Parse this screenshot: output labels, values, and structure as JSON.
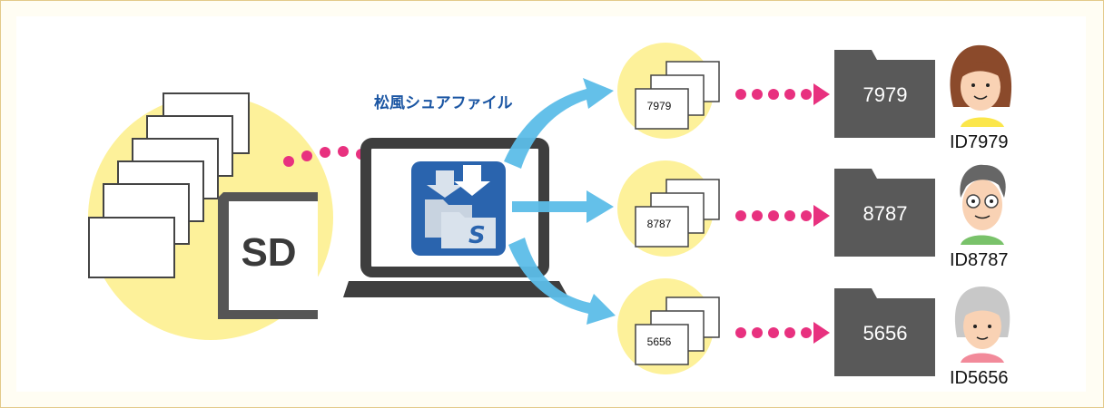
{
  "app": {
    "name": "松風シュアファイル"
  },
  "card": {
    "label": "SD"
  },
  "groups": [
    {
      "sheet_number": "7979",
      "folder_number": "7979",
      "user_id": "ID7979"
    },
    {
      "sheet_number": "8787",
      "folder_number": "8787",
      "user_id": "ID8787"
    },
    {
      "sheet_number": "5656",
      "folder_number": "5656",
      "user_id": "ID5656"
    }
  ],
  "colors": {
    "circle": "#fdf19a",
    "dots": "#e8317f",
    "arrows": "#5cbde8",
    "folder": "#595959",
    "laptop": "#3e3e3e",
    "app_icon": "#2a64ae",
    "title": "#1b56a3"
  }
}
